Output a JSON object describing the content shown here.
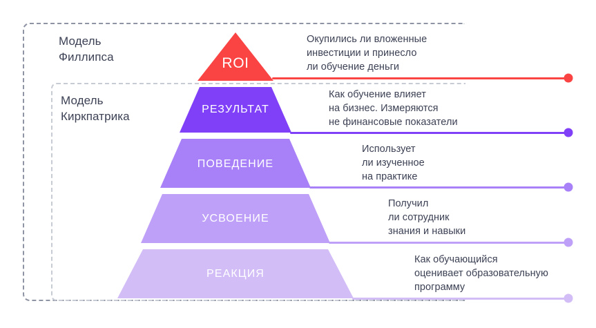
{
  "frames": [
    {
      "id": "phillips",
      "label": "Модель\nФиллипса",
      "border_color": "#8e94a3"
    },
    {
      "id": "kirkpatrick",
      "label": "Модель\nКиркпатрика",
      "border_color": "#c7cbd4"
    }
  ],
  "pyramid": {
    "tiers": [
      {
        "name": "roi",
        "label": "ROI",
        "color": "#FA4343",
        "note": "Окупились ли вложенные\nинвестиции и принесло\nли обучение деньги"
      },
      {
        "name": "result",
        "label": "РЕЗУЛЬТАТ",
        "color": "#8040F8",
        "note": "Как обучение влияет\nна бизнес. Измеряются\nне финансовые показатели"
      },
      {
        "name": "behavior",
        "label": "ПОВЕДЕНИЕ",
        "color": "#A880F8",
        "note": "Использует\nли изученное\nна практике"
      },
      {
        "name": "learning",
        "label": "УСВОЕНИЕ",
        "color": "#BFA0F8",
        "note": "Получил\nли сотрудник\nзнания и навыки"
      },
      {
        "name": "reaction",
        "label": "РЕАКЦИЯ",
        "color": "#D2BDF7",
        "note": "Как обучающийся\nоценивает образовательную\nпрограмму"
      }
    ]
  },
  "colors": {
    "text": "#3c4154",
    "background": "#ffffff"
  }
}
